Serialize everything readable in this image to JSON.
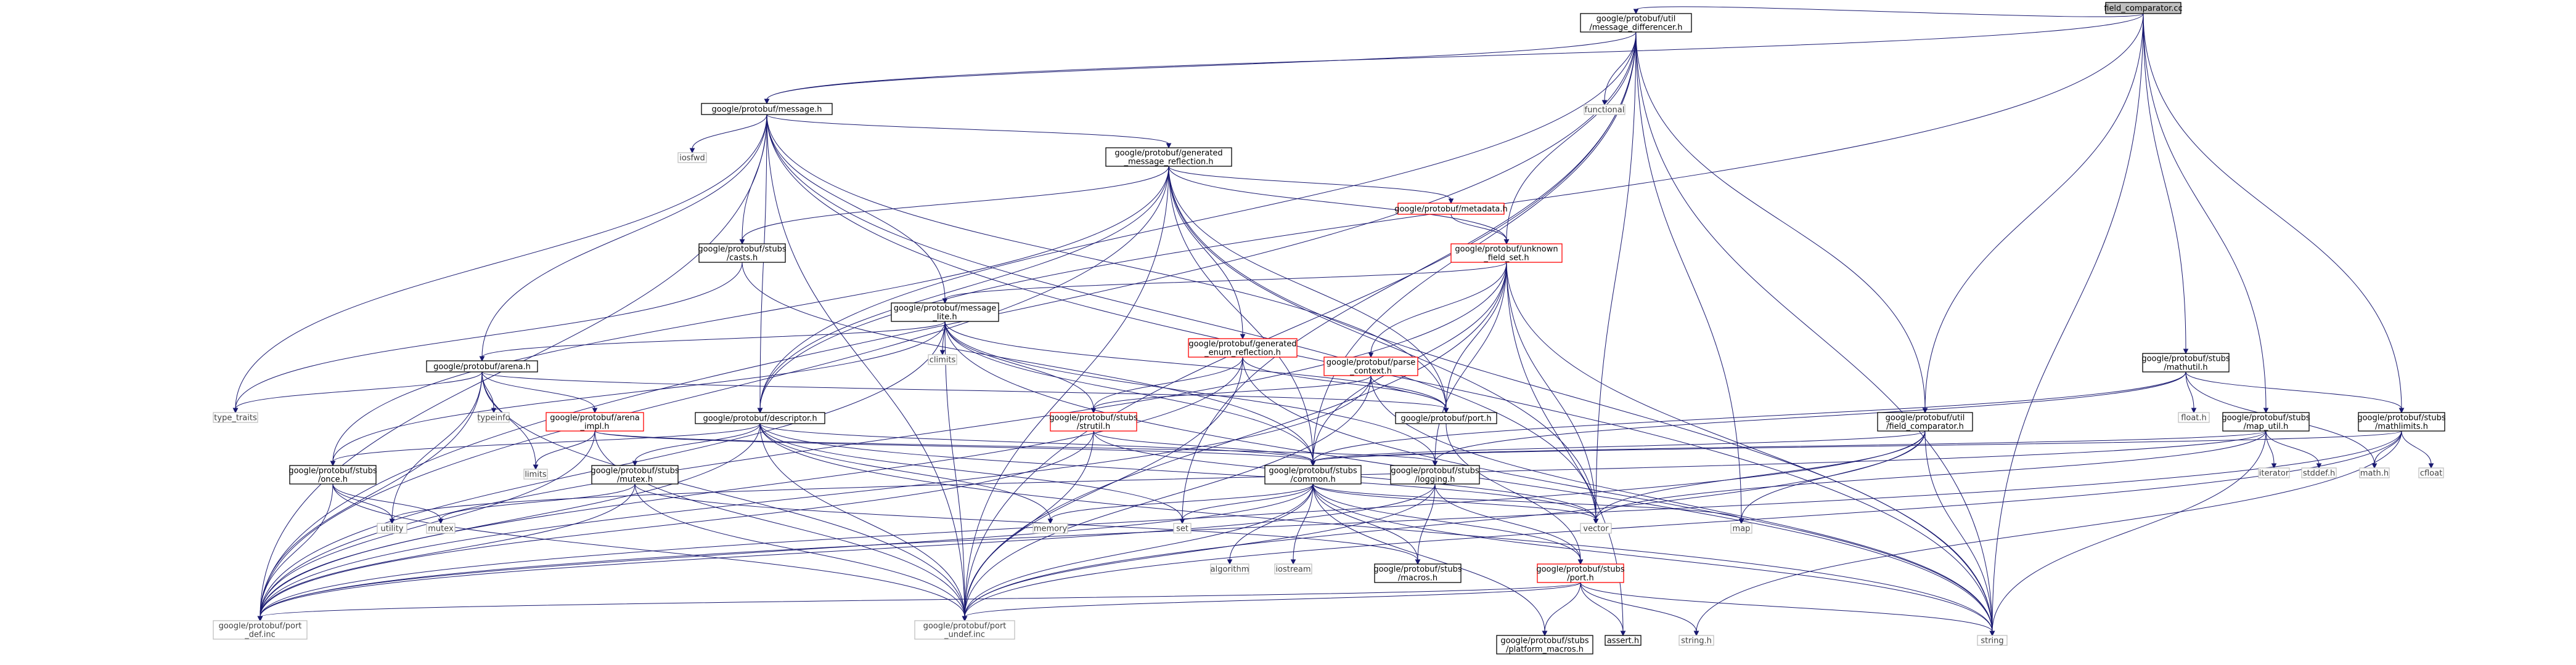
{
  "colors": {
    "edge": "#191970",
    "text": "#000000",
    "text_muted": "#404040",
    "border_default": "#000000",
    "border_red": "#ff0000",
    "border_muted": "#bfbfbf",
    "fill_root": "#bfbfbf",
    "fill_default": "#ffffff"
  },
  "nodes": [
    {
      "id": "field_comparator_cc",
      "lines": [
        "field_comparator.cc"
      ],
      "style": "root"
    },
    {
      "id": "message_differencer_h",
      "lines": [
        "google/protobuf/util",
        "/message_differencer.h"
      ],
      "style": "normal"
    },
    {
      "id": "message_h",
      "lines": [
        "google/protobuf/message.h"
      ],
      "style": "normal"
    },
    {
      "id": "functional",
      "lines": [
        "functional"
      ],
      "style": "muted"
    },
    {
      "id": "iosfwd",
      "lines": [
        "iosfwd"
      ],
      "style": "muted"
    },
    {
      "id": "generated_message_reflection_h",
      "lines": [
        "google/protobuf/generated",
        "_message_reflection.h"
      ],
      "style": "normal"
    },
    {
      "id": "metadata_h",
      "lines": [
        "google/protobuf/metadata.h"
      ],
      "style": "red"
    },
    {
      "id": "unknown_field_set_h",
      "lines": [
        "google/protobuf/unknown",
        "_field_set.h"
      ],
      "style": "red"
    },
    {
      "id": "casts_h",
      "lines": [
        "google/protobuf/stubs",
        "/casts.h"
      ],
      "style": "normal"
    },
    {
      "id": "message_lite_h",
      "lines": [
        "google/protobuf/message",
        "_lite.h"
      ],
      "style": "normal"
    },
    {
      "id": "climits",
      "lines": [
        "climits"
      ],
      "style": "muted"
    },
    {
      "id": "arena_h",
      "lines": [
        "google/protobuf/arena.h"
      ],
      "style": "normal"
    },
    {
      "id": "generated_enum_reflection_h",
      "lines": [
        "google/protobuf/generated",
        "_enum_reflection.h"
      ],
      "style": "red"
    },
    {
      "id": "parse_context_h",
      "lines": [
        "google/protobuf/parse",
        "_context.h"
      ],
      "style": "red"
    },
    {
      "id": "type_traits",
      "lines": [
        "type_traits"
      ],
      "style": "muted"
    },
    {
      "id": "typeinfo",
      "lines": [
        "typeinfo"
      ],
      "style": "muted"
    },
    {
      "id": "arena_impl_h",
      "lines": [
        "google/protobuf/arena",
        "_impl.h"
      ],
      "style": "red"
    },
    {
      "id": "descriptor_h",
      "lines": [
        "google/protobuf/descriptor.h"
      ],
      "style": "normal"
    },
    {
      "id": "port_h",
      "lines": [
        "google/protobuf/port.h"
      ],
      "style": "normal"
    },
    {
      "id": "strutil_h",
      "lines": [
        "google/protobuf/stubs",
        "/strutil.h"
      ],
      "style": "red"
    },
    {
      "id": "limits",
      "lines": [
        "limits"
      ],
      "style": "muted"
    },
    {
      "id": "once_h",
      "lines": [
        "google/protobuf/stubs",
        "/once.h"
      ],
      "style": "normal"
    },
    {
      "id": "mutex_h",
      "lines": [
        "google/protobuf/stubs",
        "/mutex.h"
      ],
      "style": "normal"
    },
    {
      "id": "utility",
      "lines": [
        "utility"
      ],
      "style": "muted"
    },
    {
      "id": "mutex",
      "lines": [
        "mutex"
      ],
      "style": "muted"
    },
    {
      "id": "common_h",
      "lines": [
        "google/protobuf/stubs",
        "/common.h"
      ],
      "style": "normal"
    },
    {
      "id": "logging_h",
      "lines": [
        "google/protobuf/stubs",
        "/logging.h"
      ],
      "style": "normal"
    },
    {
      "id": "memory",
      "lines": [
        "memory"
      ],
      "style": "muted"
    },
    {
      "id": "set",
      "lines": [
        "set"
      ],
      "style": "muted"
    },
    {
      "id": "algorithm",
      "lines": [
        "algorithm"
      ],
      "style": "muted"
    },
    {
      "id": "iostream",
      "lines": [
        "iostream"
      ],
      "style": "muted"
    },
    {
      "id": "macros_h",
      "lines": [
        "google/protobuf/stubs",
        "/macros.h"
      ],
      "style": "normal"
    },
    {
      "id": "vector",
      "lines": [
        "vector"
      ],
      "style": "muted"
    },
    {
      "id": "map",
      "lines": [
        "map"
      ],
      "style": "muted"
    },
    {
      "id": "stubs_port_h",
      "lines": [
        "google/protobuf/stubs",
        "/port.h"
      ],
      "style": "red"
    },
    {
      "id": "port_def_inc",
      "lines": [
        "google/protobuf/port",
        "_def.inc"
      ],
      "style": "muted"
    },
    {
      "id": "port_undef_inc",
      "lines": [
        "google/protobuf/port",
        "_undef.inc"
      ],
      "style": "muted"
    },
    {
      "id": "platform_macros_h",
      "lines": [
        "google/protobuf/stubs",
        "/platform_macros.h"
      ],
      "style": "normal"
    },
    {
      "id": "assert_h",
      "lines": [
        "assert.h"
      ],
      "style": "normal"
    },
    {
      "id": "string_h",
      "lines": [
        "string.h"
      ],
      "style": "muted"
    },
    {
      "id": "string",
      "lines": [
        "string"
      ],
      "style": "muted"
    },
    {
      "id": "field_comparator_h",
      "lines": [
        "google/protobuf/util",
        "/field_comparator.h"
      ],
      "style": "normal"
    },
    {
      "id": "mathutil_h",
      "lines": [
        "google/protobuf/stubs",
        "/mathutil.h"
      ],
      "style": "normal"
    },
    {
      "id": "float_h",
      "lines": [
        "float.h"
      ],
      "style": "muted"
    },
    {
      "id": "map_util_h",
      "lines": [
        "google/protobuf/stubs",
        "/map_util.h"
      ],
      "style": "normal"
    },
    {
      "id": "mathlimits_h",
      "lines": [
        "google/protobuf/stubs",
        "/mathlimits.h"
      ],
      "style": "normal"
    },
    {
      "id": "iterator",
      "lines": [
        "iterator"
      ],
      "style": "muted"
    },
    {
      "id": "stddef_h",
      "lines": [
        "stddef.h"
      ],
      "style": "muted"
    },
    {
      "id": "math_h",
      "lines": [
        "math.h"
      ],
      "style": "muted"
    },
    {
      "id": "cfloat",
      "lines": [
        "cfloat"
      ],
      "style": "muted"
    }
  ],
  "edges": [
    [
      "field_comparator_cc",
      "message_differencer_h"
    ],
    [
      "field_comparator_cc",
      "message_h"
    ],
    [
      "field_comparator_cc",
      "descriptor_h"
    ],
    [
      "field_comparator_cc",
      "field_comparator_h"
    ],
    [
      "field_comparator_cc",
      "mathutil_h"
    ],
    [
      "field_comparator_cc",
      "map_util_h"
    ],
    [
      "field_comparator_cc",
      "mathlimits_h"
    ],
    [
      "field_comparator_cc",
      "string"
    ],
    [
      "message_differencer_h",
      "functional"
    ],
    [
      "message_differencer_h",
      "message_h"
    ],
    [
      "message_differencer_h",
      "unknown_field_set_h"
    ],
    [
      "message_differencer_h",
      "descriptor_h"
    ],
    [
      "message_differencer_h",
      "field_comparator_h"
    ],
    [
      "message_differencer_h",
      "common_h"
    ],
    [
      "message_differencer_h",
      "port_def_inc"
    ],
    [
      "message_differencer_h",
      "port_undef_inc"
    ],
    [
      "message_differencer_h",
      "map"
    ],
    [
      "message_differencer_h",
      "set"
    ],
    [
      "message_differencer_h",
      "string"
    ],
    [
      "message_differencer_h",
      "vector"
    ],
    [
      "message_h",
      "iosfwd"
    ],
    [
      "message_h",
      "generated_message_reflection_h"
    ],
    [
      "message_h",
      "casts_h"
    ],
    [
      "message_h",
      "message_lite_h"
    ],
    [
      "message_h",
      "arena_h"
    ],
    [
      "message_h",
      "descriptor_h"
    ],
    [
      "message_h",
      "port_h"
    ],
    [
      "message_h",
      "type_traits"
    ],
    [
      "message_h",
      "port_def_inc"
    ],
    [
      "message_h",
      "port_undef_inc"
    ],
    [
      "message_h",
      "string"
    ],
    [
      "message_h",
      "vector"
    ],
    [
      "generated_message_reflection_h",
      "metadata_h"
    ],
    [
      "generated_message_reflection_h",
      "unknown_field_set_h"
    ],
    [
      "generated_message_reflection_h",
      "casts_h"
    ],
    [
      "generated_message_reflection_h",
      "generated_enum_reflection_h"
    ],
    [
      "generated_message_reflection_h",
      "descriptor_h"
    ],
    [
      "generated_message_reflection_h",
      "port_h"
    ],
    [
      "generated_message_reflection_h",
      "once_h"
    ],
    [
      "generated_message_reflection_h",
      "common_h"
    ],
    [
      "generated_message_reflection_h",
      "port_def_inc"
    ],
    [
      "generated_message_reflection_h",
      "port_undef_inc"
    ],
    [
      "generated_message_reflection_h",
      "string"
    ],
    [
      "generated_message_reflection_h",
      "vector"
    ],
    [
      "metadata_h",
      "unknown_field_set_h"
    ],
    [
      "unknown_field_set_h",
      "message_lite_h"
    ],
    [
      "unknown_field_set_h",
      "parse_context_h"
    ],
    [
      "unknown_field_set_h",
      "port_h"
    ],
    [
      "unknown_field_set_h",
      "common_h"
    ],
    [
      "unknown_field_set_h",
      "logging_h"
    ],
    [
      "unknown_field_set_h",
      "assert_h"
    ],
    [
      "unknown_field_set_h",
      "port_def_inc"
    ],
    [
      "unknown_field_set_h",
      "port_undef_inc"
    ],
    [
      "unknown_field_set_h",
      "string"
    ],
    [
      "unknown_field_set_h",
      "vector"
    ],
    [
      "casts_h",
      "common_h"
    ],
    [
      "casts_h",
      "type_traits"
    ],
    [
      "message_lite_h",
      "climits"
    ],
    [
      "message_lite_h",
      "arena_h"
    ],
    [
      "message_lite_h",
      "port_h"
    ],
    [
      "message_lite_h",
      "strutil_h"
    ],
    [
      "message_lite_h",
      "once_h"
    ],
    [
      "message_lite_h",
      "common_h"
    ],
    [
      "message_lite_h",
      "logging_h"
    ],
    [
      "message_lite_h",
      "port_def_inc"
    ],
    [
      "message_lite_h",
      "port_undef_inc"
    ],
    [
      "message_lite_h",
      "string"
    ],
    [
      "arena_h",
      "limits"
    ],
    [
      "arena_h",
      "type_traits"
    ],
    [
      "arena_h",
      "typeinfo"
    ],
    [
      "arena_h",
      "utility"
    ],
    [
      "arena_h",
      "arena_impl_h"
    ],
    [
      "arena_h",
      "port_h"
    ],
    [
      "arena_h",
      "port_def_inc"
    ],
    [
      "arena_h",
      "port_undef_inc"
    ],
    [
      "generated_enum_reflection_h",
      "port_h"
    ],
    [
      "generated_enum_reflection_h",
      "strutil_h"
    ],
    [
      "generated_enum_reflection_h",
      "port_def_inc"
    ],
    [
      "generated_enum_reflection_h",
      "port_undef_inc"
    ],
    [
      "generated_enum_reflection_h",
      "string"
    ],
    [
      "parse_context_h",
      "port_h"
    ],
    [
      "parse_context_h",
      "strutil_h"
    ],
    [
      "parse_context_h",
      "port_def_inc"
    ],
    [
      "parse_context_h",
      "port_undef_inc"
    ],
    [
      "parse_context_h",
      "string"
    ],
    [
      "arena_impl_h",
      "limits"
    ],
    [
      "arena_impl_h",
      "common_h"
    ],
    [
      "arena_impl_h",
      "logging_h"
    ],
    [
      "arena_impl_h",
      "port_def_inc"
    ],
    [
      "arena_impl_h",
      "port_undef_inc"
    ],
    [
      "descriptor_h",
      "memory"
    ],
    [
      "descriptor_h",
      "set"
    ],
    [
      "descriptor_h",
      "string"
    ],
    [
      "descriptor_h",
      "vector"
    ],
    [
      "descriptor_h",
      "common_h"
    ],
    [
      "descriptor_h",
      "mutex_h"
    ],
    [
      "descriptor_h",
      "once_h"
    ],
    [
      "descriptor_h",
      "port_def_inc"
    ],
    [
      "descriptor_h",
      "port_undef_inc"
    ],
    [
      "port_h",
      "stubs_port_h"
    ],
    [
      "strutil_h",
      "common_h"
    ],
    [
      "strutil_h",
      "vector"
    ],
    [
      "strutil_h",
      "port_def_inc"
    ],
    [
      "strutil_h",
      "port_undef_inc"
    ],
    [
      "once_h",
      "mutex"
    ],
    [
      "once_h",
      "utility"
    ],
    [
      "once_h",
      "port_def_inc"
    ],
    [
      "once_h",
      "port_undef_inc"
    ],
    [
      "mutex_h",
      "mutex"
    ],
    [
      "mutex_h",
      "macros_h"
    ],
    [
      "mutex_h",
      "port_def_inc"
    ],
    [
      "mutex_h",
      "port_undef_inc"
    ],
    [
      "common_h",
      "algorithm"
    ],
    [
      "common_h",
      "iostream"
    ],
    [
      "common_h",
      "map"
    ],
    [
      "common_h",
      "memory"
    ],
    [
      "common_h",
      "set"
    ],
    [
      "common_h",
      "string"
    ],
    [
      "common_h",
      "vector"
    ],
    [
      "common_h",
      "macros_h"
    ],
    [
      "common_h",
      "platform_macros_h"
    ],
    [
      "common_h",
      "stubs_port_h"
    ],
    [
      "common_h",
      "port_def_inc"
    ],
    [
      "common_h",
      "port_undef_inc"
    ],
    [
      "logging_h",
      "macros_h"
    ],
    [
      "logging_h",
      "stubs_port_h"
    ],
    [
      "logging_h",
      "port_def_inc"
    ],
    [
      "logging_h",
      "port_undef_inc"
    ],
    [
      "stubs_port_h",
      "assert_h"
    ],
    [
      "stubs_port_h",
      "string_h"
    ],
    [
      "stubs_port_h",
      "string"
    ],
    [
      "stubs_port_h",
      "platform_macros_h"
    ],
    [
      "stubs_port_h",
      "port_def_inc"
    ],
    [
      "stubs_port_h",
      "port_undef_inc"
    ],
    [
      "field_comparator_h",
      "map"
    ],
    [
      "field_comparator_h",
      "string"
    ],
    [
      "field_comparator_h",
      "vector"
    ],
    [
      "field_comparator_h",
      "common_h"
    ],
    [
      "field_comparator_h",
      "port_def_inc"
    ],
    [
      "field_comparator_h",
      "port_undef_inc"
    ],
    [
      "mathutil_h",
      "float_h"
    ],
    [
      "mathutil_h",
      "math_h"
    ],
    [
      "mathutil_h",
      "common_h"
    ],
    [
      "mathutil_h",
      "logging_h"
    ],
    [
      "mathutil_h",
      "mathlimits_h"
    ],
    [
      "map_util_h",
      "stddef_h"
    ],
    [
      "map_util_h",
      "iterator"
    ],
    [
      "map_util_h",
      "string"
    ],
    [
      "map_util_h",
      "utility"
    ],
    [
      "map_util_h",
      "vector"
    ],
    [
      "map_util_h",
      "common_h"
    ],
    [
      "mathlimits_h",
      "cfloat"
    ],
    [
      "mathlimits_h",
      "math_h"
    ],
    [
      "mathlimits_h",
      "string_h"
    ],
    [
      "mathlimits_h",
      "common_h"
    ],
    [
      "mathlimits_h",
      "port_def_inc"
    ],
    [
      "mathlimits_h",
      "port_undef_inc"
    ]
  ]
}
